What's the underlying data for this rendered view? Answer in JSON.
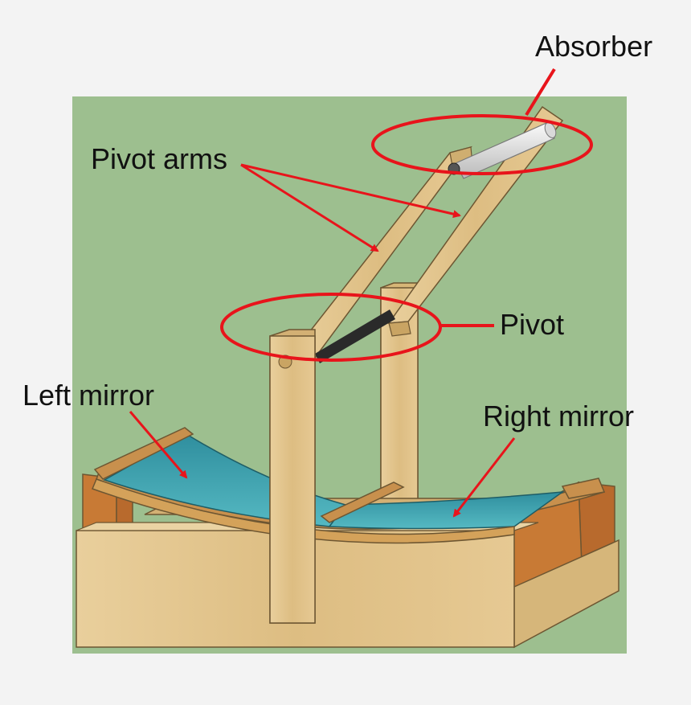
{
  "labels": {
    "absorber": "Absorber",
    "pivot_arms": "Pivot arms",
    "pivot": "Pivot",
    "left_mirror": "Left mirror",
    "right_mirror": "Right mirror"
  },
  "colors": {
    "page_background": "#f3f3f3",
    "scene_background": "#9dbf8f",
    "wood": "#e2c58e",
    "wood_dark": "#c9a463",
    "end_block": "#c87a35",
    "mirror": "#3fa3b0",
    "absorber_tube": "#e4e4e4",
    "pivot_rod": "#2a2a2a",
    "annotation": "#e8141b"
  }
}
